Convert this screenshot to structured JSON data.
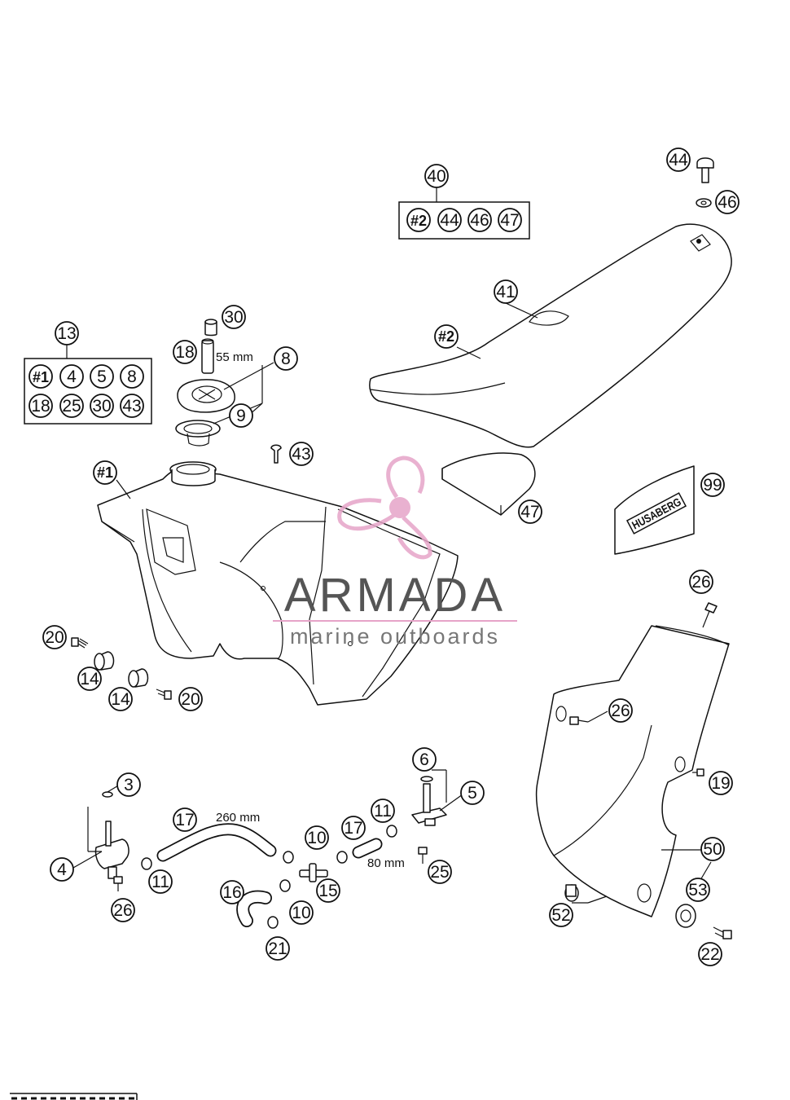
{
  "kit_13": {
    "label": "13",
    "items": [
      "#1",
      "4",
      "5",
      "8",
      "18",
      "25",
      "30",
      "43"
    ]
  },
  "kit_40": {
    "label": "40",
    "items": [
      "#2",
      "44",
      "46",
      "47"
    ]
  },
  "callouts": {
    "n3": "3",
    "n4": "4",
    "n5": "5",
    "n6": "6",
    "n8": "8",
    "n9": "9",
    "n10a": "10",
    "n10b": "10",
    "n11a": "11",
    "n11b": "11",
    "n14a": "14",
    "n14b": "14",
    "n15": "15",
    "n16": "16",
    "n17a": "17",
    "n17b": "17",
    "n18": "18",
    "n19": "19",
    "n20a": "20",
    "n20b": "20",
    "n21": "21",
    "n22": "22",
    "n25": "25",
    "n26a": "26",
    "n26b": "26",
    "n26c": "26",
    "n30": "30",
    "n41": "41",
    "n43": "43",
    "n44": "44",
    "n46": "46",
    "n47": "47",
    "n50": "50",
    "n52": "52",
    "n53": "53",
    "n99": "99",
    "tank": "#1",
    "seat": "#2"
  },
  "dimensions": {
    "hose_18": "55 mm",
    "hose_17_long": "260 mm",
    "hose_17_short": "80 mm"
  },
  "decal_text": "HUSABERG",
  "watermark": {
    "title": "ARMADA",
    "subtitle": "marine outboards",
    "color": "#e6a4c8"
  }
}
